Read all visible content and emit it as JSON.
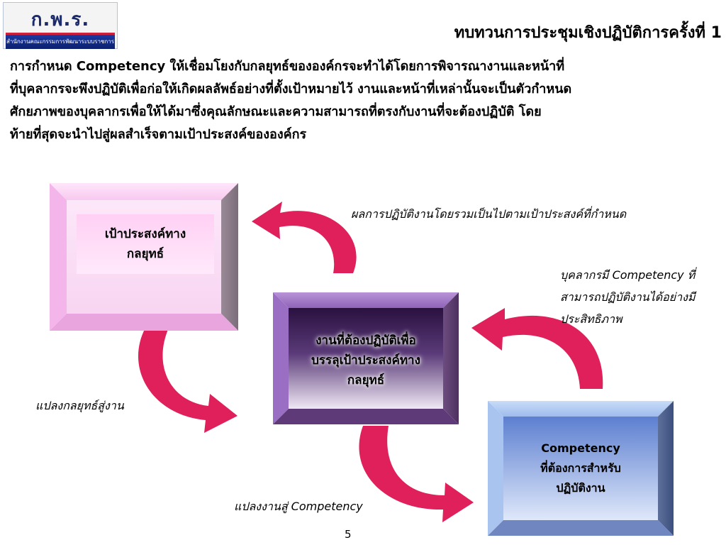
{
  "logo": {
    "text": "ก.พ.ร.",
    "subtitle": "สำนักงานคณะกรรมการพัฒนาระบบราชการ"
  },
  "title": "ทบทวนการประชุมเชิงปฏิบัติการครั้งที่ 1",
  "intro_lines": [
    "การกำหนด Competency ให้เชื่อมโยงกับกลยุทธ์ขององค์กรจะทำได้โดยการพิจารณางานและหน้าที่",
    "ที่บุคลากรจะพึงปฏิบัติเพื่อก่อให้เกิดผลลัพธ์อย่างที่ตั้งเป้าหมายไว้ งานและหน้าที่เหล่านั้นจะเป็นตัวกำหนด",
    "ศักยภาพของบุคลากรเพื่อให้ได้มาซึ่งคุณลักษณะและความสามารถที่ตรงกับงานที่จะต้องปฏิบัติ โดย",
    "ท้ายที่สุดจะนำไปสู่ผลสำเร็จตามเป้าประสงค์ขององค์กร"
  ],
  "boxes": {
    "strategic_goal": [
      "เป้าประสงค์ทาง",
      "กลยุทธ์"
    ],
    "required_work": [
      "งานที่ต้องปฏิบัติเพื่อ",
      "บรรลุเป้าประสงค์ทาง",
      "กลยุทธ์"
    ],
    "competency": [
      "Competency",
      "ที่ต้องการสำหรับ",
      "ปฏิบัติงาน"
    ]
  },
  "captions": {
    "overall_result": "ผลการปฏิบัติงานโดยรวมเป็นไปตามเป้าประสงค์ที่กำหนด",
    "effective_staff": [
      "บุคลากรมี Competency ที่",
      "สามารถปฏิบัติงานได้อย่างมี",
      "ประสิทธิภาพ"
    ],
    "strategy_to_work": "แปลงกลยุทธ์สู่งาน",
    "work_to_competency": "แปลงงานสู่ Competency"
  },
  "page_number": "5",
  "colors": {
    "arrow": "#e0205a",
    "logo_bar": "#0b1f6e"
  }
}
